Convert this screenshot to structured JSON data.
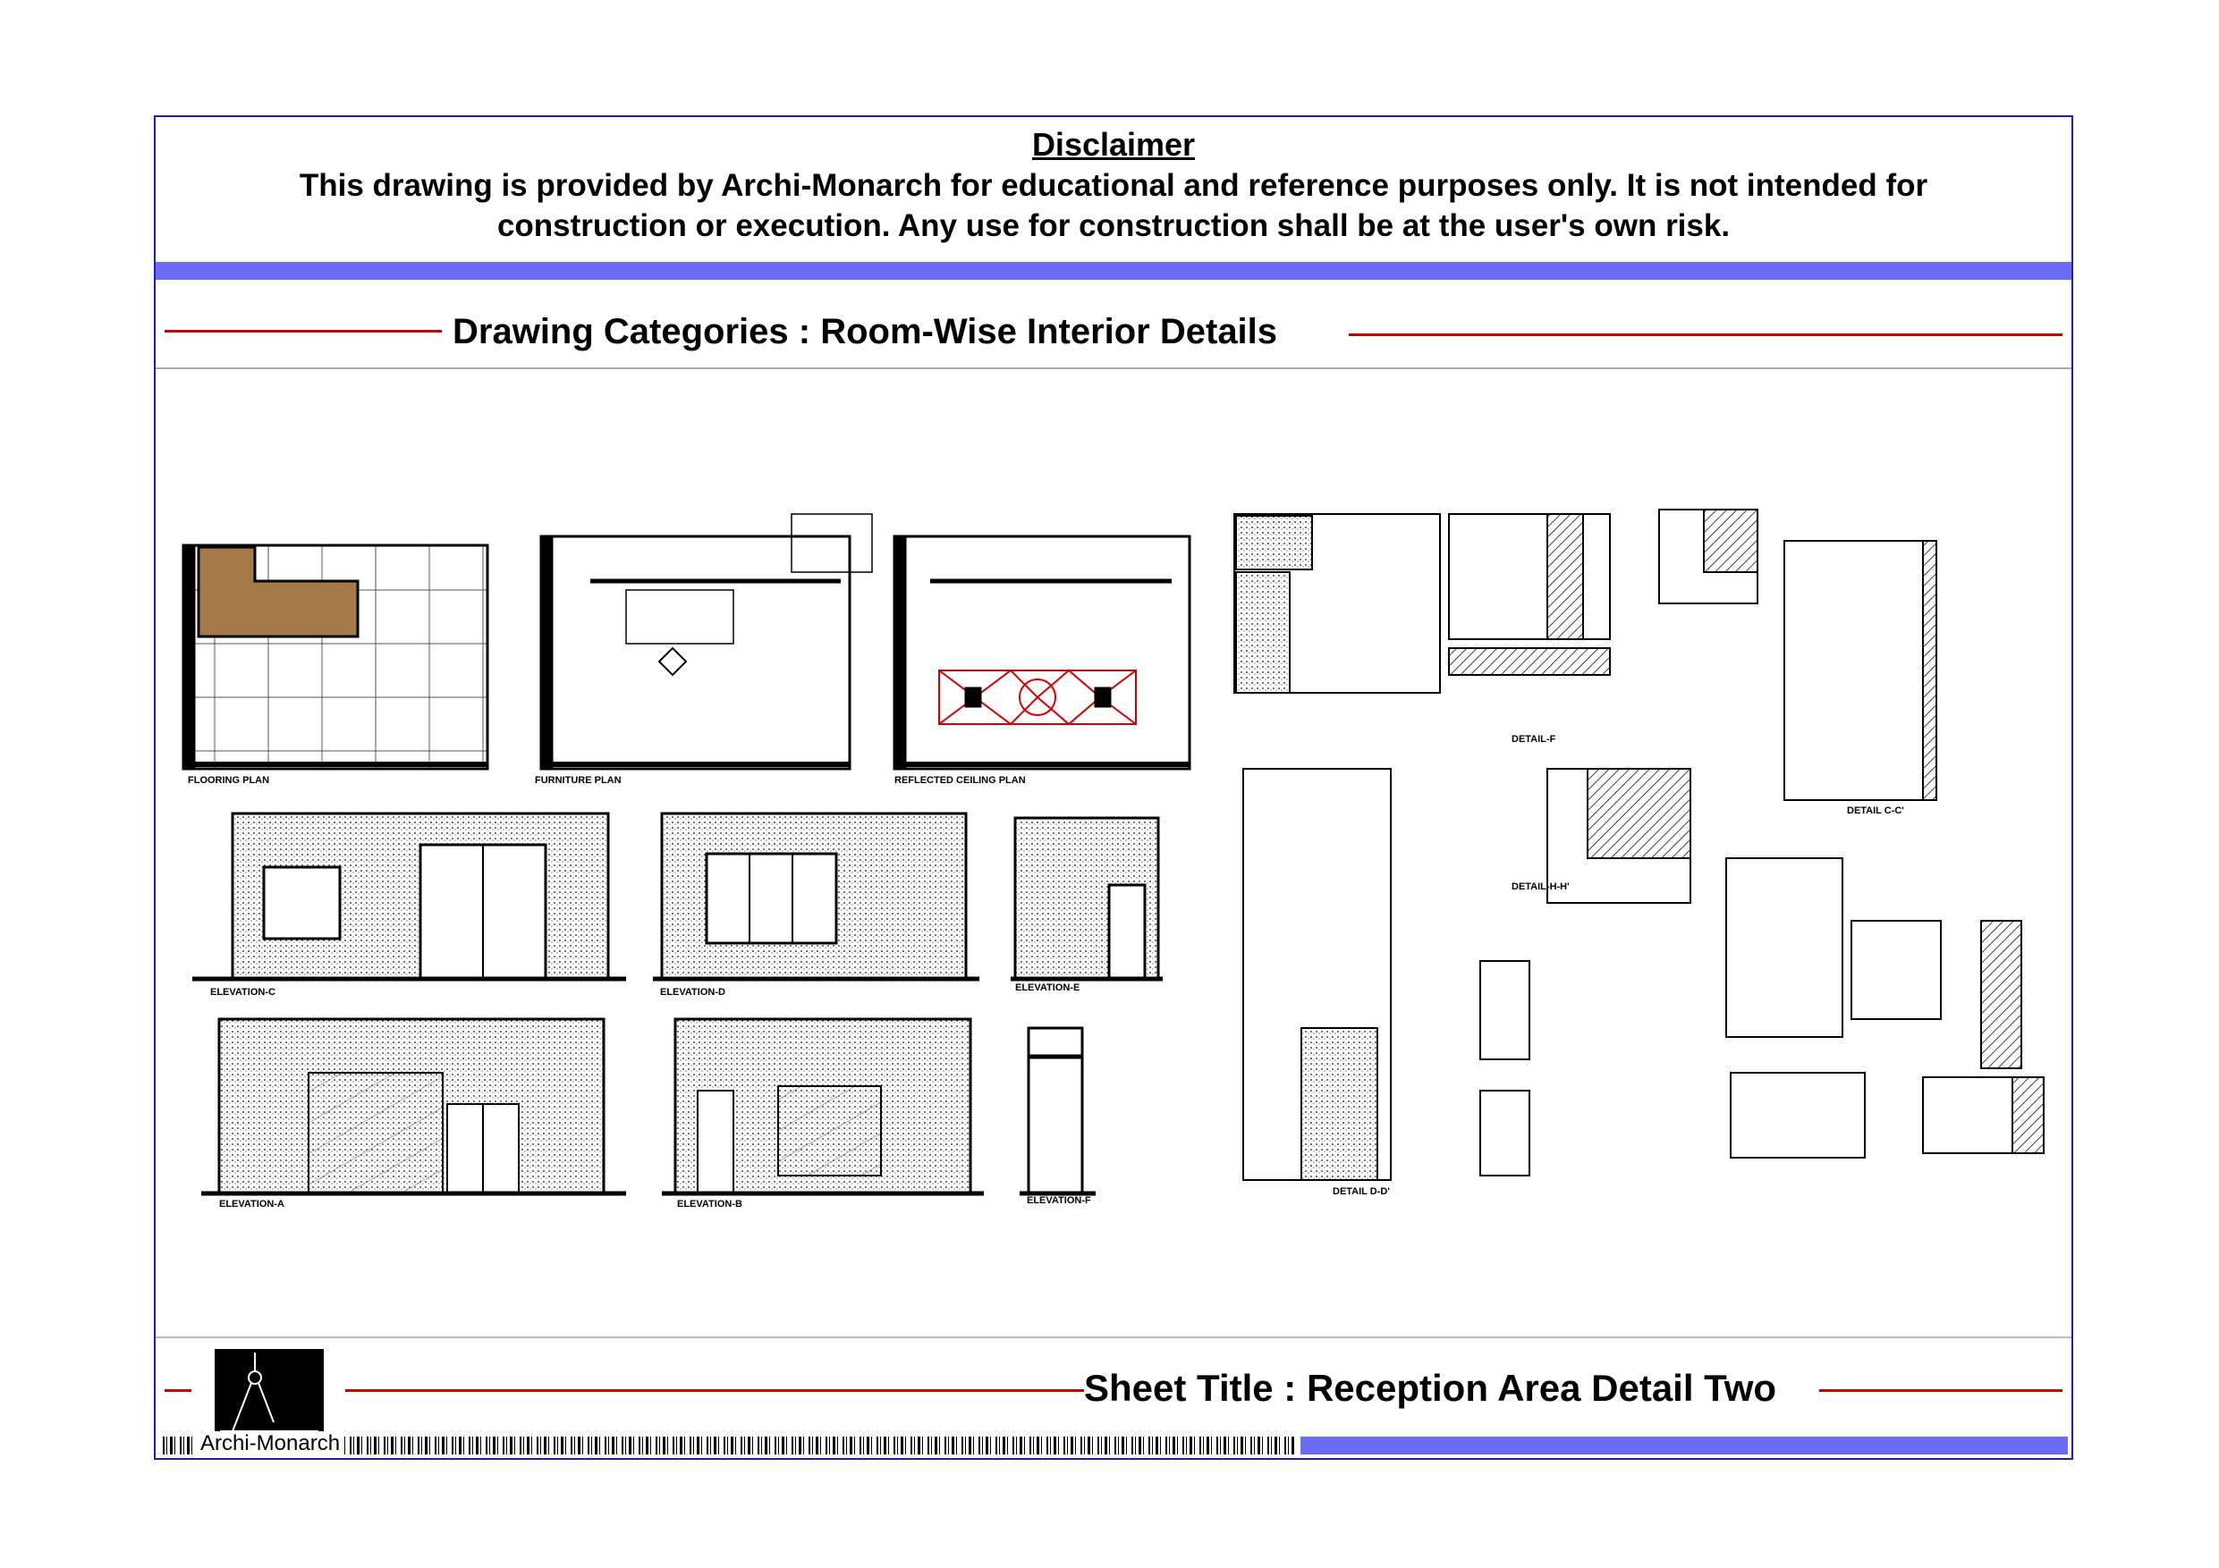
{
  "disclaimer": {
    "title": "Disclaimer",
    "text": "This drawing is provided by Archi-Monarch for educational and reference purposes only. It is not intended for construction or execution. Any use for construction shall be at the user's own risk."
  },
  "category": {
    "heading": "Drawing Categories : Room-Wise Interior Details"
  },
  "drawings": {
    "flooring_plan": "FLOORING PLAN",
    "furniture_plan": "FURNITURE PLAN",
    "reflected_ceiling_plan": "REFLECTED CEILING PLAN",
    "elevation_a": "ELEVATION-A",
    "elevation_b": "ELEVATION-B",
    "elevation_c": "ELEVATION-C",
    "elevation_d": "ELEVATION-D",
    "elevation_e": "ELEVATION-E",
    "elevation_f": "ELEVATION-F",
    "detail_dd": "DETAIL D-D'",
    "detail_cc": "DETAIL C-C'",
    "detail_ff": "DETAIL-F",
    "detail_hh": "DETAIL-H-H'"
  },
  "footer": {
    "brand": "Archi-Monarch",
    "sheet_title": "Sheet Title : Reception Area Detail Two"
  },
  "colors": {
    "frame": "#1c1cc8",
    "band": "#6b6bf5",
    "accent_line": "#c40000",
    "floor_wood": "#a57a48"
  }
}
